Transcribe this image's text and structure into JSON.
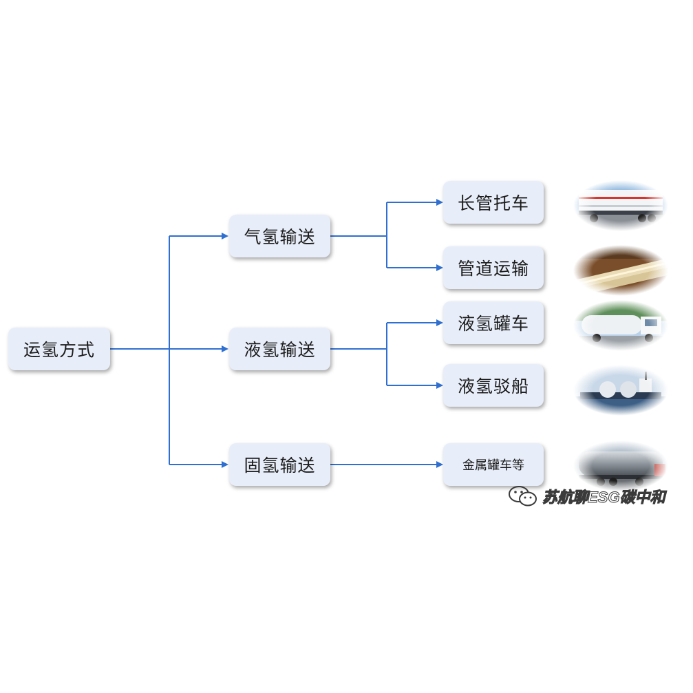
{
  "root": {
    "label": "运氢方式"
  },
  "categories": [
    {
      "label": "气氢输送"
    },
    {
      "label": "液氢输送"
    },
    {
      "label": "固氢输送"
    }
  ],
  "methods": [
    {
      "label": "长管托车",
      "image_icon": "tube-trailer-photo"
    },
    {
      "label": "管道运输",
      "image_icon": "pipeline-photo"
    },
    {
      "label": "液氢罐车",
      "image_icon": "liquid-tanker-photo"
    },
    {
      "label": "液氢驳船",
      "image_icon": "liquid-barge-photo"
    },
    {
      "label": "金属罐车等",
      "image_icon": "metal-tanker-photo"
    }
  ],
  "watermark": {
    "text": "苏航聊ESG碳中和",
    "icon": "wechat-icon"
  },
  "colors": {
    "connector": "#2f6fd0",
    "node_fill": "#e8eef9",
    "text": "#1b1b1b"
  }
}
